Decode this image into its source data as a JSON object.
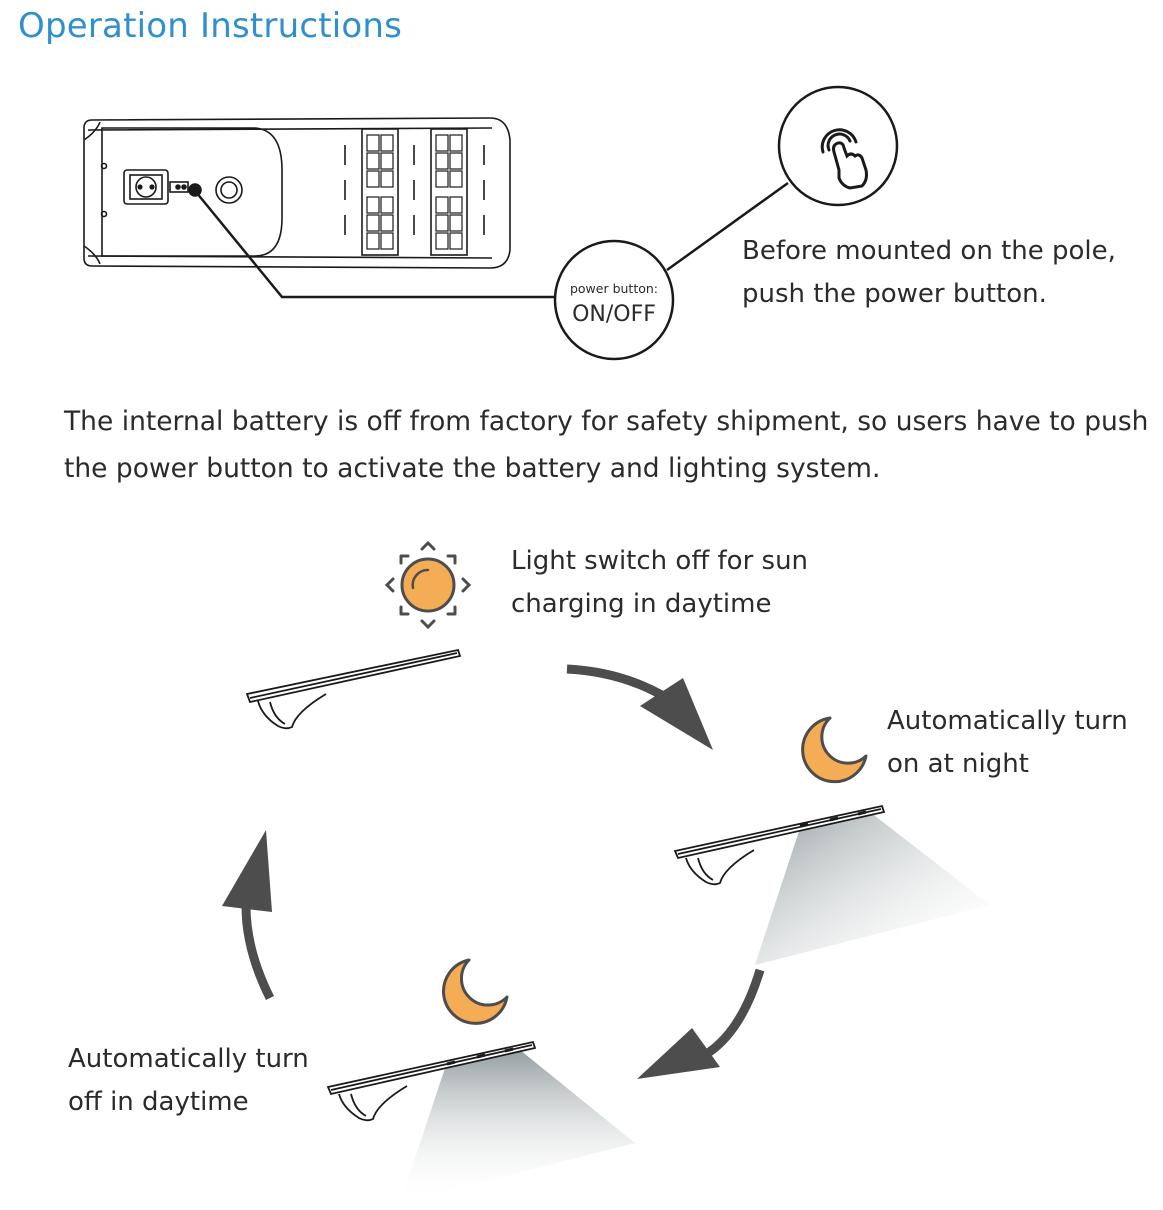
{
  "heading": "Operation Instructions",
  "power_button": {
    "label": "power button:",
    "state": "ON/OFF"
  },
  "before_mount_note": {
    "line1": "Before mounted on the pole,",
    "line2": "push the power button."
  },
  "intro": {
    "line1": "The internal battery is off from factory for safety shipment, so users have to push",
    "line2": "the power button to activate the battery and lighting system."
  },
  "cycle": [
    {
      "icon": "sun-icon",
      "line1": "Light switch off for sun",
      "line2": "charging in daytime"
    },
    {
      "icon": "moon-icon",
      "line1": "Automatically turn",
      "line2": "on at night"
    },
    {
      "icon": "moon-icon",
      "line1": "Automatically turn",
      "line2": "off in daytime"
    }
  ],
  "colors": {
    "heading": "#2f8fcf",
    "icon_fill": "#f5ad55",
    "arrow": "#4d4d4d",
    "beam": "#9aa3a6"
  }
}
